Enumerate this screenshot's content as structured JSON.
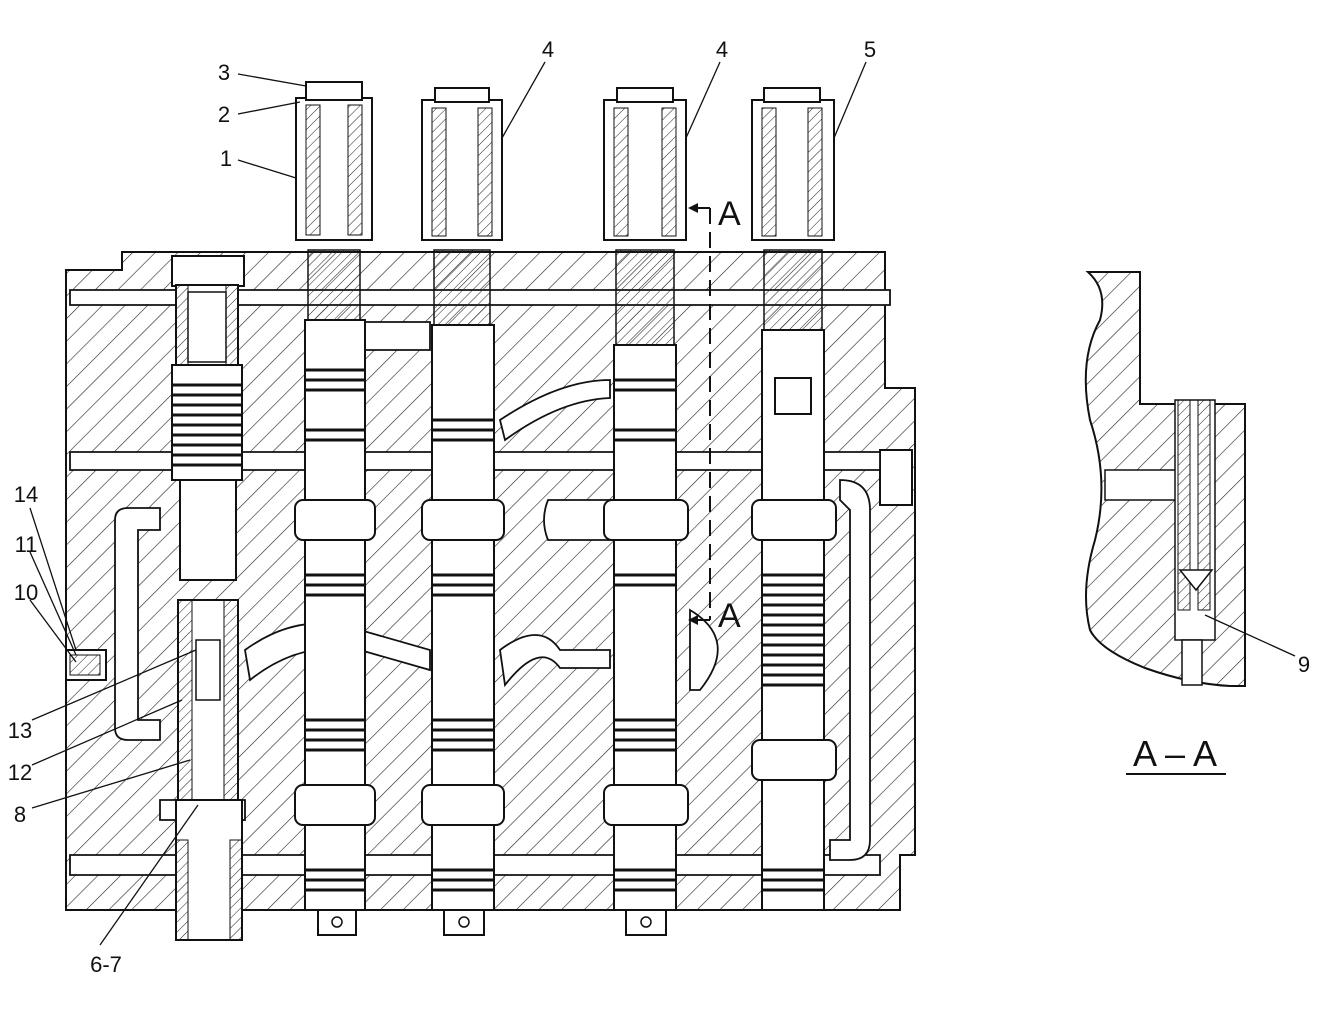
{
  "callouts": {
    "c1": "1",
    "c2": "2",
    "c3": "3",
    "c4a": "4",
    "c4b": "4",
    "c5": "5",
    "c14": "14",
    "c11": "11",
    "c10": "10",
    "c13": "13",
    "c12": "12",
    "c8": "8",
    "c67": "6-7",
    "c9": "9"
  },
  "section": {
    "marker_top": "A",
    "marker_bottom": "A",
    "title": "A – A"
  }
}
